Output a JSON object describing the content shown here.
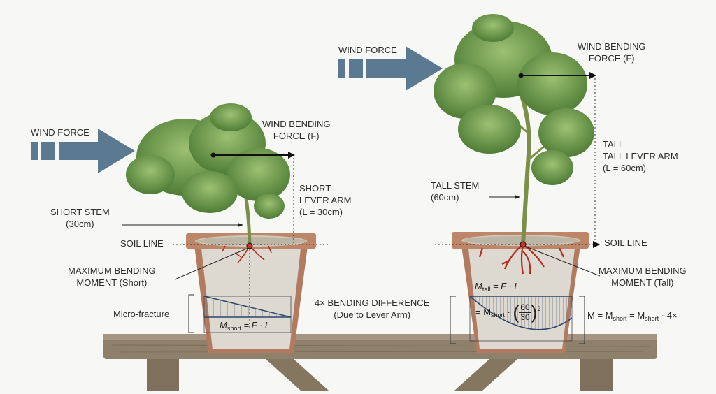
{
  "left_plant": {
    "wind_force": "WIND FORCE",
    "bending_force_line1": "WIND BENDING",
    "bending_force_line2": "FORCE (F)",
    "lever_arm_line1": "SHORT",
    "lever_arm_line2": "LEVER ARM",
    "lever_arm_line3": "(L = 30cm)",
    "stem_line1": "SHORT STEM",
    "stem_line2": "(30cm)",
    "soil_line": "SOIL LINE",
    "moment_line1": "MAXIMUM BENDING",
    "moment_line2": "MOMENT (Short)",
    "micro_fracture": "Micro-fracture",
    "formula_m": "M",
    "formula_sub": "short",
    "formula_rest": " = F · L"
  },
  "right_plant": {
    "wind_force": "WIND FORCE",
    "bending_force_line1": "WIND BENDING",
    "bending_force_line2": "FORCE (F)",
    "lever_arm_line1": "TALL",
    "lever_arm_line2": "TALL LEVER ARM",
    "lever_arm_line3": "(L = 60cm)",
    "stem_line1": "TALL STEM",
    "stem_line2": "(60cm)",
    "soil_line": "SOIL LINE",
    "moment_line1": "MAXIMUM BENDING",
    "moment_line2": "MOMENT (Tall)",
    "formula_top_m": "M",
    "formula_top_sub": "tall",
    "formula_top_rest": " = F · L",
    "formula_mid_eq": "= M",
    "formula_mid_sub": "short",
    "formula_mid_dot": " · ",
    "frac_num": "60",
    "frac_den": "30",
    "exponent": "2",
    "formula_side_m": "M = M",
    "formula_side_sub1": "short",
    "formula_side_eq": " = M",
    "formula_side_sub2": "short",
    "formula_side_rest": " · 4×"
  },
  "comparison": {
    "line1": "4× BENDING DIFFERENCE",
    "line2": "(Due to Lever Arm)"
  },
  "colors": {
    "arrow": "#5b7a92",
    "pot": "#b57b62",
    "pot_inner": "#dcd8d0",
    "leaf": "#6e9a4c",
    "leaf_dark": "#4e7a36",
    "stem": "#7d8e48",
    "root": "#b52b1f",
    "bench": "#8a7a66",
    "line": "#222222"
  }
}
